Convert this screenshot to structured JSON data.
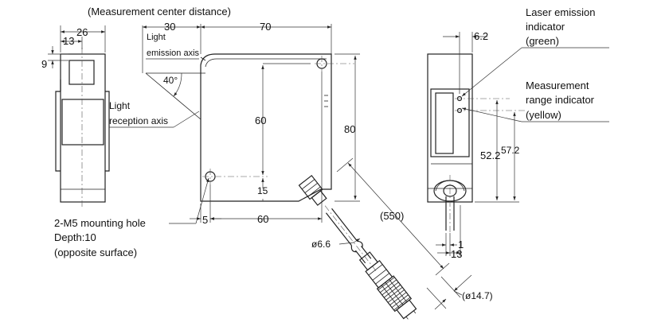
{
  "labels": {
    "measurement_center_distance": "(Measurement center distance)",
    "light_emission_axis_1": "Light",
    "light_emission_axis_2": "emission axis",
    "light_reception_axis_1": "Light",
    "light_reception_axis_2": "reception axis",
    "mounting_hole_1": "2-M5 mounting hole",
    "mounting_hole_2": "Depth:10",
    "mounting_hole_3": "(opposite surface)",
    "laser_indicator_1": "Laser emission",
    "laser_indicator_2": "indicator",
    "laser_indicator_3": "(green)",
    "range_indicator_1": "Measurement",
    "range_indicator_2": "range indicator",
    "range_indicator_3": "(yellow)"
  },
  "dimensions": {
    "d26": "26",
    "d13_left": "13",
    "d9": "9",
    "d30": "30",
    "d70": "70",
    "angle": "40°",
    "d60_vertical": "60",
    "d80": "80",
    "d15": "15",
    "d5": "5",
    "d60_horizontal": "60",
    "cable_length": "(550)",
    "cable_dia": "ø6.6",
    "connector_dia": "(ø14.7)",
    "d6_2": "6.2",
    "d52_2": "52.2",
    "d57_2": "57.2",
    "d1": "1",
    "d13_right": "13"
  }
}
